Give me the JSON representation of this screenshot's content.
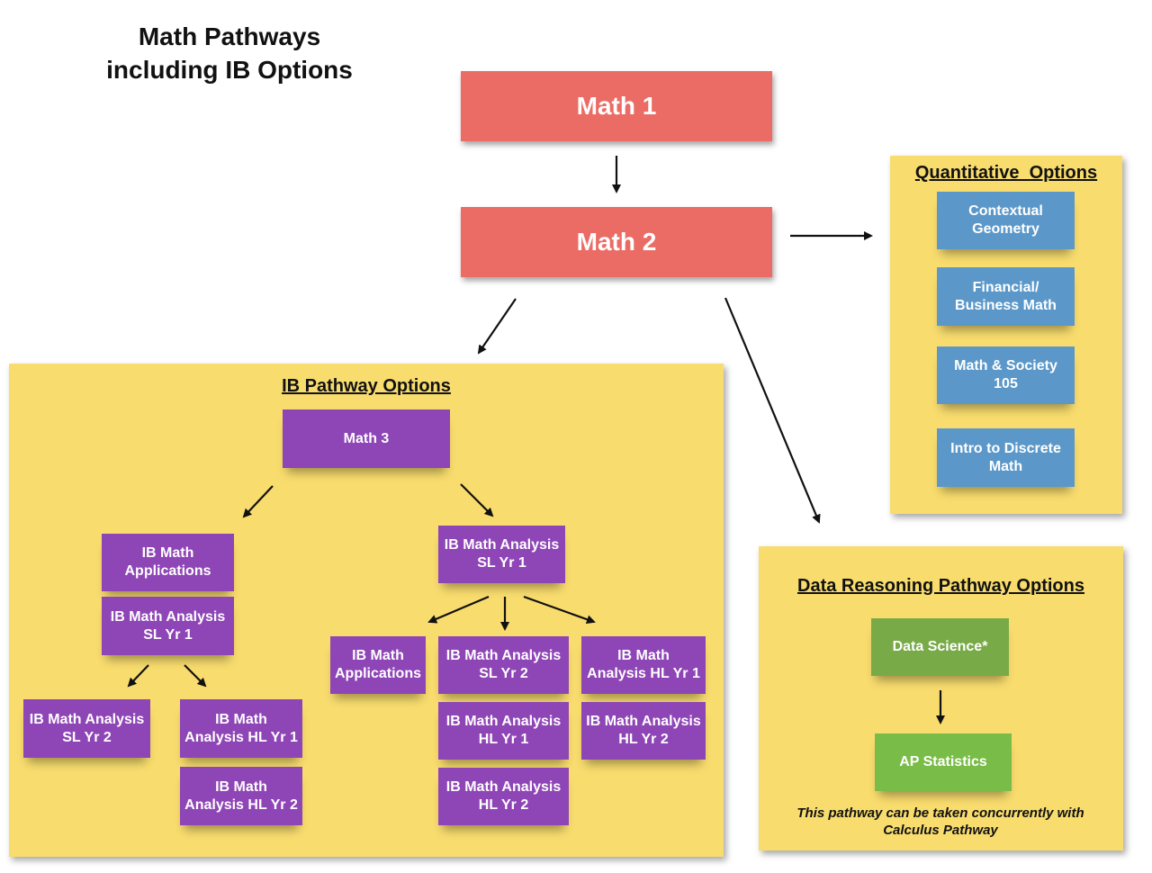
{
  "title": {
    "line1": "Math Pathways",
    "line2": "including IB Options"
  },
  "core": {
    "math1": "Math 1",
    "math2": "Math 2"
  },
  "quantitative": {
    "heading": "Quantitative  Options",
    "items": [
      {
        "line1": "Contextual",
        "line2": "Geometry"
      },
      {
        "line1": "Financial/",
        "line2": "Business Math"
      },
      {
        "line1": "Math & Society",
        "line2": "105"
      },
      {
        "line1": "Intro to Discrete",
        "line2": "Math"
      }
    ]
  },
  "ib": {
    "heading": "IB Pathway Options",
    "math3": "Math 3",
    "left_branch": {
      "applications": {
        "line1": "IB Math",
        "line2": "Applications"
      },
      "analysis_sl1": {
        "line1": "IB Math Analysis",
        "line2": "SL Yr 1"
      },
      "analysis_sl2": {
        "line1": "IB Math Analysis",
        "line2": "SL Yr 2"
      },
      "analysis_hl1": {
        "line1": "IB Math",
        "line2": "Analysis HL Yr 1"
      },
      "analysis_hl2": {
        "line1": "IB Math",
        "line2": "Analysis HL Yr 2"
      }
    },
    "right_branch": {
      "analysis_sl1": {
        "line1": "IB Math Analysis",
        "line2": "SL Yr 1"
      },
      "applications": {
        "line1": "IB Math",
        "line2": "Applications"
      },
      "analysis_sl2": {
        "line1": "IB Math Analysis",
        "line2": "SL Yr 2"
      },
      "analysis_hl1_a": {
        "line1": "IB Math",
        "line2": "Analysis HL Yr 1"
      },
      "analysis_hl1_b": {
        "line1": "IB Math Analysis",
        "line2": "HL Yr 1"
      },
      "analysis_hl2_a": {
        "line1": "IB Math Analysis",
        "line2": "HL Yr 2"
      },
      "analysis_hl2_b": {
        "line1": "IB Math Analysis",
        "line2": "HL Yr 2"
      }
    }
  },
  "data_reasoning": {
    "heading": "Data Reasoning Pathway Options",
    "data_science": "Data Science*",
    "ap_statistics": "AP Statistics",
    "note_line1": "This pathway can be taken concurrently with",
    "note_line2": "Calculus Pathway"
  },
  "colors": {
    "panel_yellow": "#f8dc6e",
    "core_red": "#eb6b65",
    "ib_purple": "#8e45b6",
    "quant_blue": "#5b98c9",
    "data_green": "#78aa48"
  }
}
